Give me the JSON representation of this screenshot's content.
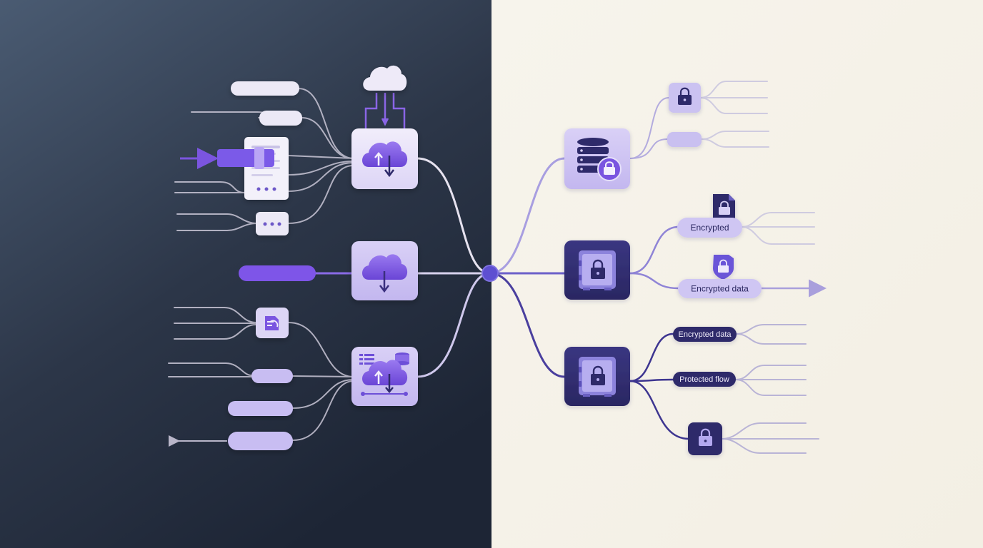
{
  "labels": {
    "encrypted": "Encrypted",
    "encrypted_data_light": "Encrypted data",
    "encrypted_data_dark": "Encrypted data",
    "protected_flow": "Protected flow"
  },
  "colors": {
    "dark_panel_top": "#46566d",
    "dark_panel_bottom": "#1f2838",
    "light_panel": "#f6f3ea",
    "accent_purple": "#7b55e0",
    "lavender": "#d9d1f5",
    "navy_tile": "#2f2b6b",
    "hub": "#5e4fd1"
  },
  "icons": {
    "top_cloud": "cloud-icon",
    "upload_node": "cloud-sync-icon",
    "download_node": "cloud-download-icon",
    "distribute_node": "cloud-distribute-icon",
    "database_node": "database-lock-icon",
    "vault_nodes": "vault-lock-icon",
    "small_locks": "lock-icon",
    "files": "locked-file-icon",
    "shield": "shield-lock-icon"
  }
}
